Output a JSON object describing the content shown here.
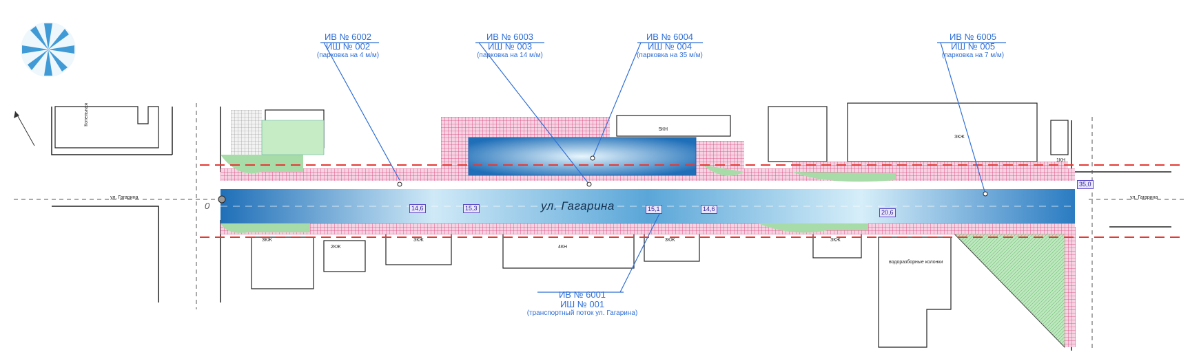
{
  "street": {
    "main": "ул. Гагарина"
  },
  "callouts": [
    {
      "id": "6002",
      "iv": "ИВ № 6002",
      "ish": "ИШ № 002",
      "note": "(парковка на 4 м/м)"
    },
    {
      "id": "6003",
      "iv": "ИВ № 6003",
      "ish": "ИШ № 003",
      "note": "(парковка на 14 м/м)"
    },
    {
      "id": "6004",
      "iv": "ИВ № 6004",
      "ish": "ИШ № 004",
      "note": "(парковка на 35 м/м)"
    },
    {
      "id": "6005",
      "iv": "ИВ № 6005",
      "ish": "ИШ № 005",
      "note": "(парковка на 7 м/м)"
    },
    {
      "id": "6001",
      "iv": "ИВ № 6001",
      "ish": "ИШ № 001",
      "note": "(транспортный поток ул. Гагарина)"
    }
  ],
  "measurements": [
    "14,6",
    "15,3",
    "15,1",
    "14,6",
    "20,6",
    "35,0"
  ],
  "axis_start": "0",
  "building_labels": [
    "ЗКЖ",
    "5КН",
    "ЗКЖ",
    "ЗКЖ",
    "4КН",
    "2КЖ",
    "3КЖ",
    "1КН",
    "ЗКЖ"
  ],
  "side_labels": {
    "left_street": "ул. Гагарина",
    "right_street": "ул. Гагарина",
    "corner_note": "Котельная",
    "right_note": "водоразборные колонки"
  },
  "colors": {
    "road": "#3b82c4",
    "road_light": "#bfe3f5",
    "green": "#9fd8a1",
    "sidewalk_hatch": "#e0407a",
    "callout": "#2f6fd6",
    "red_line": "#e53935"
  }
}
